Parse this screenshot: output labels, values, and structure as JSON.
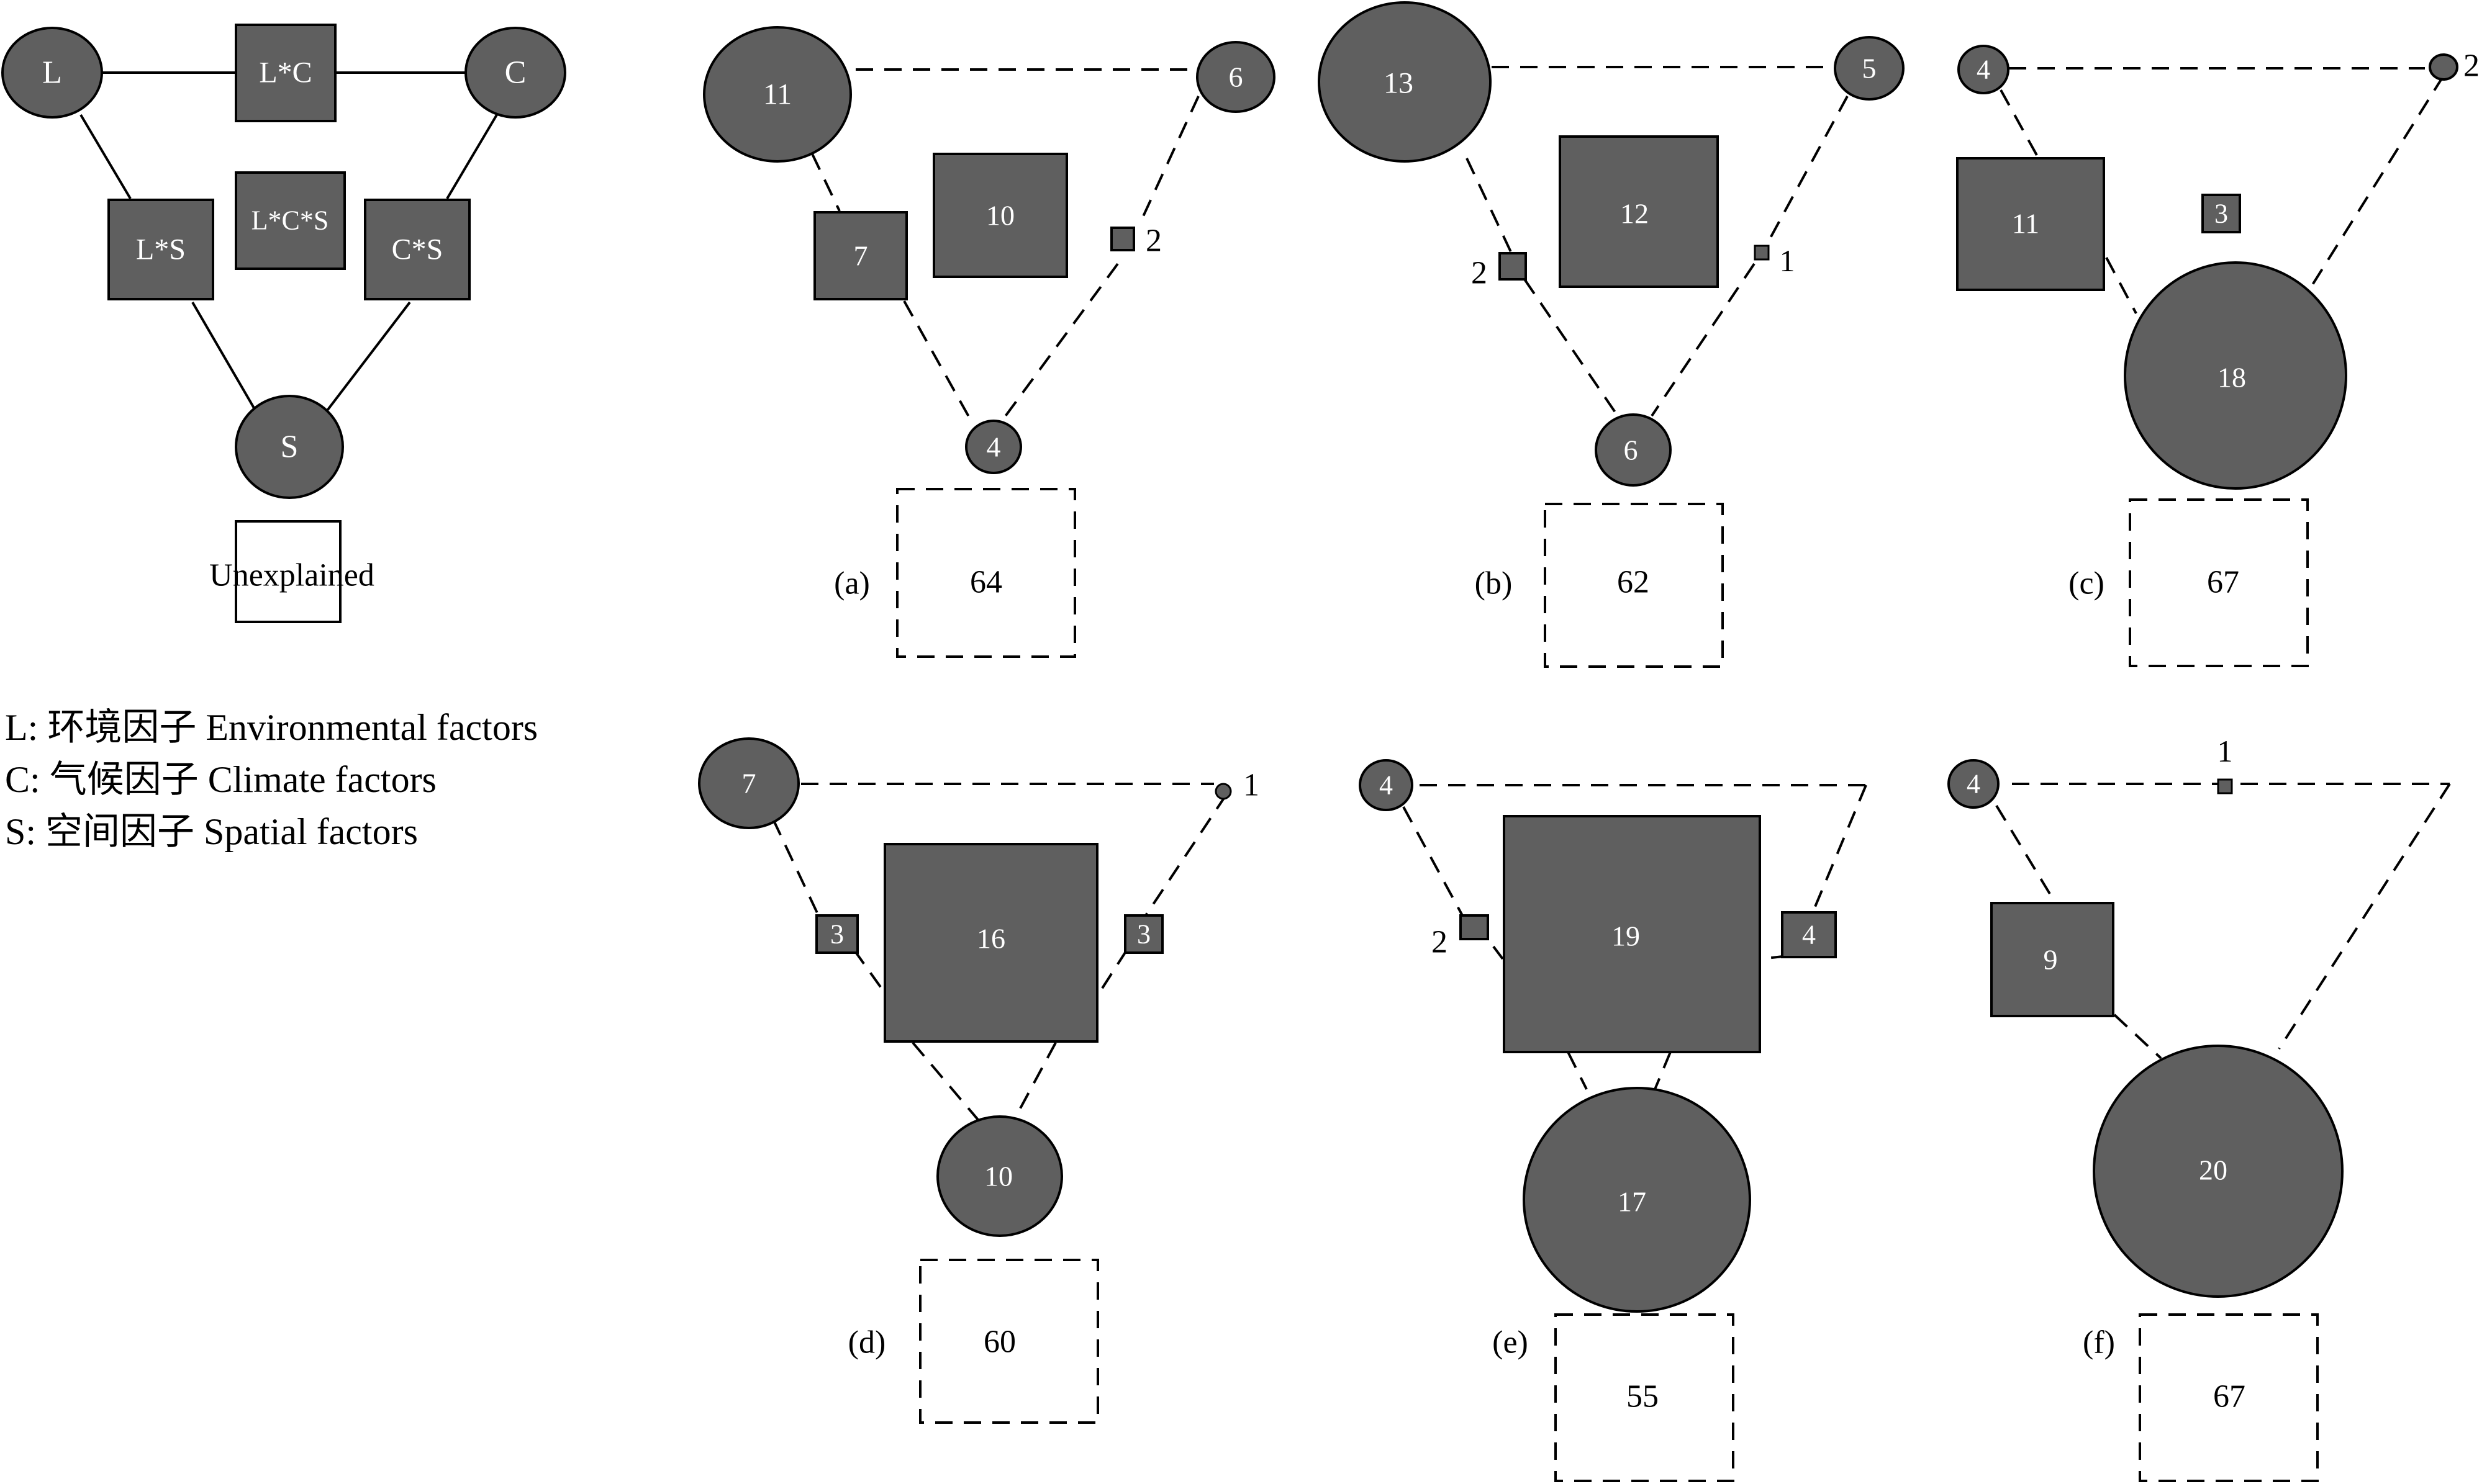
{
  "colors": {
    "fill": "#5f5f5f",
    "stroke": "#000000",
    "text_light": "#ffffff",
    "text_dark": "#000000",
    "background": "#ffffff"
  },
  "key_diagram": {
    "nodes": {
      "L": "L",
      "C": "C",
      "S": "S",
      "LC": "L*C",
      "LS": "L*S",
      "CS": "C*S",
      "LCS": "L*C*S",
      "unexplained": "Unexplained"
    }
  },
  "legend": [
    {
      "symbol": "L:",
      "cn": "环境因子",
      "en": "Environmental factors"
    },
    {
      "symbol": "C:",
      "cn": "气候因子",
      "en": "Climate factors"
    },
    {
      "symbol": "S:",
      "cn": "空间因子",
      "en": "Spatial factors"
    }
  ],
  "panels": [
    {
      "id": "a",
      "label": "(a)",
      "values": {
        "L": "11",
        "C": "6",
        "S": "4",
        "LC": "",
        "LS": "7",
        "CS": "2",
        "LCS": "10",
        "residual": "64"
      }
    },
    {
      "id": "b",
      "label": "(b)",
      "values": {
        "L": "13",
        "C": "5",
        "S": "6",
        "LC": "",
        "LS": "2",
        "CS": "1",
        "LCS": "12",
        "residual": "62"
      }
    },
    {
      "id": "c",
      "label": "(c)",
      "values": {
        "L": "4",
        "C": "2",
        "S": "18",
        "LC": "",
        "LS": "11",
        "CS": "",
        "LCS": "3",
        "residual": "67"
      }
    },
    {
      "id": "d",
      "label": "(d)",
      "values": {
        "L": "7",
        "C": "1",
        "S": "10",
        "LC": "",
        "LS": "3",
        "CS": "3",
        "LCS": "16",
        "residual": "60"
      }
    },
    {
      "id": "e",
      "label": "(e)",
      "values": {
        "L": "4",
        "C": "",
        "S": "17",
        "LC": "",
        "LS": "2",
        "CS": "4",
        "LCS": "19",
        "residual": "55"
      }
    },
    {
      "id": "f",
      "label": "(f)",
      "values": {
        "L": "4",
        "C": "",
        "S": "20",
        "LC": "1",
        "LS": "9",
        "CS": "",
        "LCS": "",
        "residual": "67"
      }
    }
  ]
}
